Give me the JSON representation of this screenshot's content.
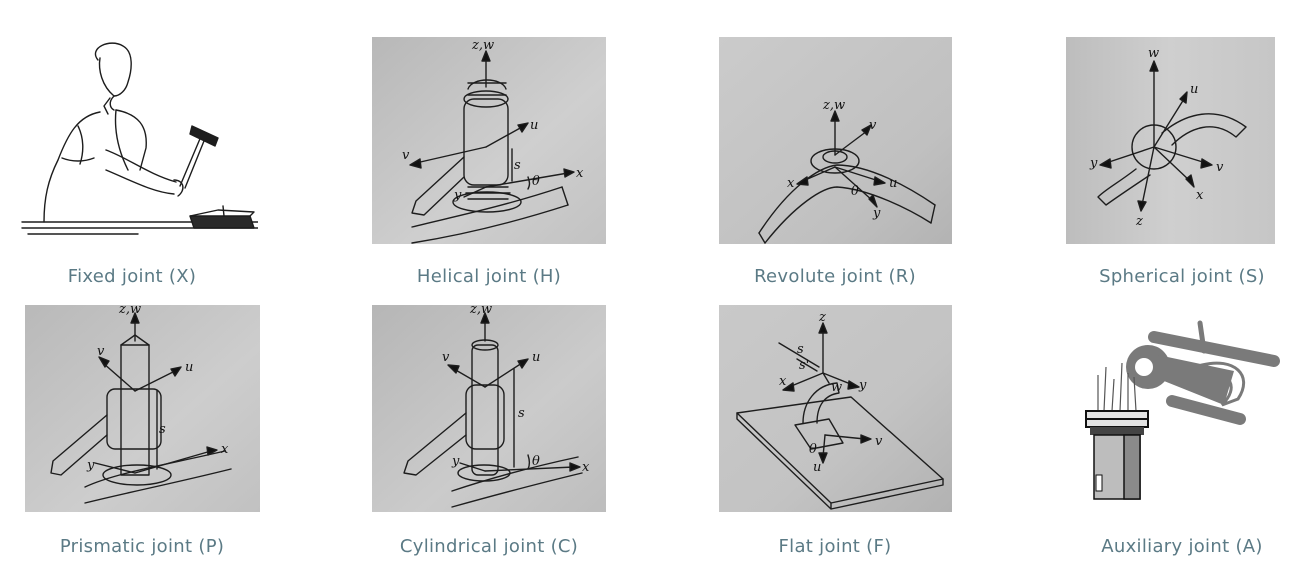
{
  "caption_color": "#5b7a85",
  "photo_background": "#c9c9c9",
  "joints": [
    {
      "id": "fixed",
      "label": "Fixed joint (X)",
      "icon": "hammer-icon"
    },
    {
      "id": "helical",
      "label": "Helical joint (H)",
      "axes": [
        "z,w",
        "u",
        "v",
        "s",
        "θ",
        "x",
        "y"
      ]
    },
    {
      "id": "revolute",
      "label": "Revolute joint (R)",
      "axes": [
        "z,w",
        "v",
        "x",
        "θ",
        "u",
        "y"
      ]
    },
    {
      "id": "spherical",
      "label": "Spherical joint (S)",
      "axes": [
        "w",
        "u",
        "y",
        "v",
        "x",
        "z"
      ]
    },
    {
      "id": "prismatic",
      "label": "Prismatic joint (P)",
      "axes": [
        "z,w",
        "v",
        "u",
        "s",
        "x",
        "y"
      ]
    },
    {
      "id": "cylindrical",
      "label": "Cylindrical joint (C)",
      "axes": [
        "z,w",
        "u",
        "v",
        "s",
        "θ",
        "x",
        "y"
      ]
    },
    {
      "id": "flat",
      "label": "Flat joint (F)",
      "axes": [
        "z",
        "s",
        "s'",
        "x",
        "w",
        "y",
        "v",
        "θ",
        "u"
      ]
    },
    {
      "id": "auxiliary",
      "label": "Auxiliary joint (A)",
      "icon": "helicopter-icon"
    }
  ]
}
